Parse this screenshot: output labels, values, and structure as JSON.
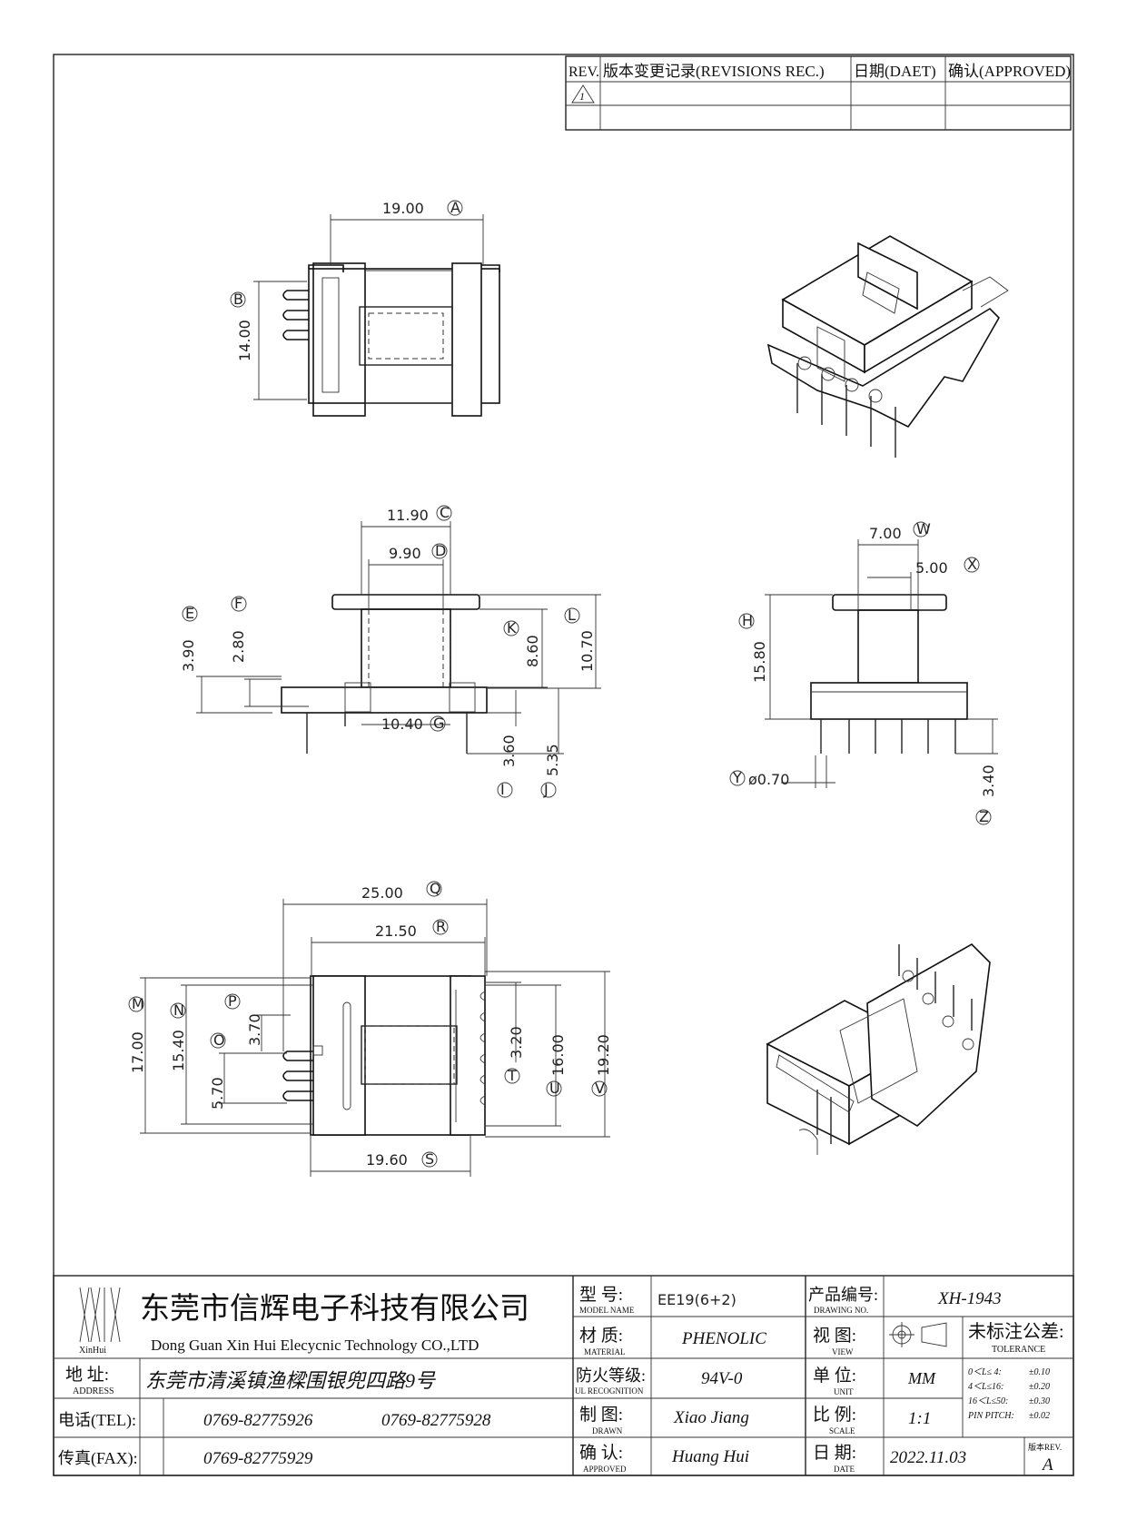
{
  "revisions": {
    "col_rev": "REV.",
    "col_record": "版本变更记录(REVISIONS REC.)",
    "col_date": "日期(DAET)",
    "col_approved": "确认(APPROVED)",
    "row1_rev": "1"
  },
  "dims": {
    "top": {
      "a": "19.00",
      "a_tag": "A",
      "b": "14.00",
      "b_tag": "B"
    },
    "front": {
      "c": "11.90",
      "c_tag": "C",
      "d": "9.90",
      "d_tag": "D",
      "e": "3.90",
      "e_tag": "E",
      "f": "2.80",
      "f_tag": "F",
      "g": "10.40",
      "g_tag": "G",
      "k": "8.60",
      "k_tag": "K",
      "l": "10.70",
      "l_tag": "L",
      "i": "3.60",
      "i_tag": "I",
      "j": "5.35",
      "j_tag": "J"
    },
    "side": {
      "w": "7.00",
      "w_tag": "W",
      "x": "5.00",
      "x_tag": "X",
      "h": "15.80",
      "h_tag": "H",
      "y": "ø0.70",
      "y_tag": "Y",
      "z": "3.40",
      "z_tag": "Z"
    },
    "bottom": {
      "q": "25.00",
      "q_tag": "Q",
      "r": "21.50",
      "r_tag": "R",
      "m": "17.00",
      "m_tag": "M",
      "n": "15.40",
      "n_tag": "N",
      "p": "3.70",
      "p_tag": "P",
      "o": "5.70",
      "o_tag": "O",
      "t": "3.20",
      "t_tag": "T",
      "u": "16.00",
      "u_tag": "U",
      "v": "19.20",
      "v_tag": "V",
      "s": "19.60",
      "s_tag": "S"
    }
  },
  "title_block": {
    "company_cn": "东莞市信辉电子科技有限公司",
    "company_en": "Dong Guan Xin Hui Elecycnic Technology CO.,LTD",
    "logo_text": "XinHui",
    "address_label": "地  址:",
    "address_label_en": "ADDRESS",
    "address": "东莞市清溪镇渔樑围银兜四路9号",
    "tel_label": "电话(TEL):",
    "tel1": "0769-82775926",
    "tel2": "0769-82775928",
    "fax_label": "传真(FAX):",
    "fax": "0769-82775929",
    "model_label": "型  号:",
    "model_label_en": "MODEL NAME",
    "model": "EE19(6+2)",
    "material_label": "材  质:",
    "material_label_en": "MATERIAL",
    "material": "PHENOLIC",
    "ul_label": "防火等级:",
    "ul_label_en": "UL RECOGNITION",
    "ul": "94V-0",
    "drawn_label": "制  图:",
    "drawn_label_en": "DRAWN",
    "drawn": "Xiao Jiang",
    "approved_label": "确  认:",
    "approved_label_en": "APPROVED",
    "approved": "Huang Hui",
    "drawing_no_label": "产品编号:",
    "drawing_no_label_en": "DRAWING NO.",
    "drawing_no": "XH-1943",
    "view_label": "视  图:",
    "view_label_en": "VIEW",
    "unit_label": "单  位:",
    "unit_label_en": "UNIT",
    "unit": "MM",
    "scale_label": "比  例:",
    "scale_label_en": "SCALE",
    "scale": "1:1",
    "date_label": "日  期:",
    "date_label_en": "DATE",
    "date": "2022.11.03",
    "tolerance_label": "未标注公差:",
    "tolerance_label_en": "TOLERANCE",
    "tol1_range": "0＜L≤ 4:",
    "tol1": "±0.10",
    "tol2_range": "4＜L≤16:",
    "tol2": "±0.20",
    "tol3_range": "16＜L≤50:",
    "tol3": "±0.30",
    "tol4_range": "PIN PITCH:",
    "tol4": "±0.02",
    "rev_label": "版本REV.",
    "rev": "A"
  }
}
